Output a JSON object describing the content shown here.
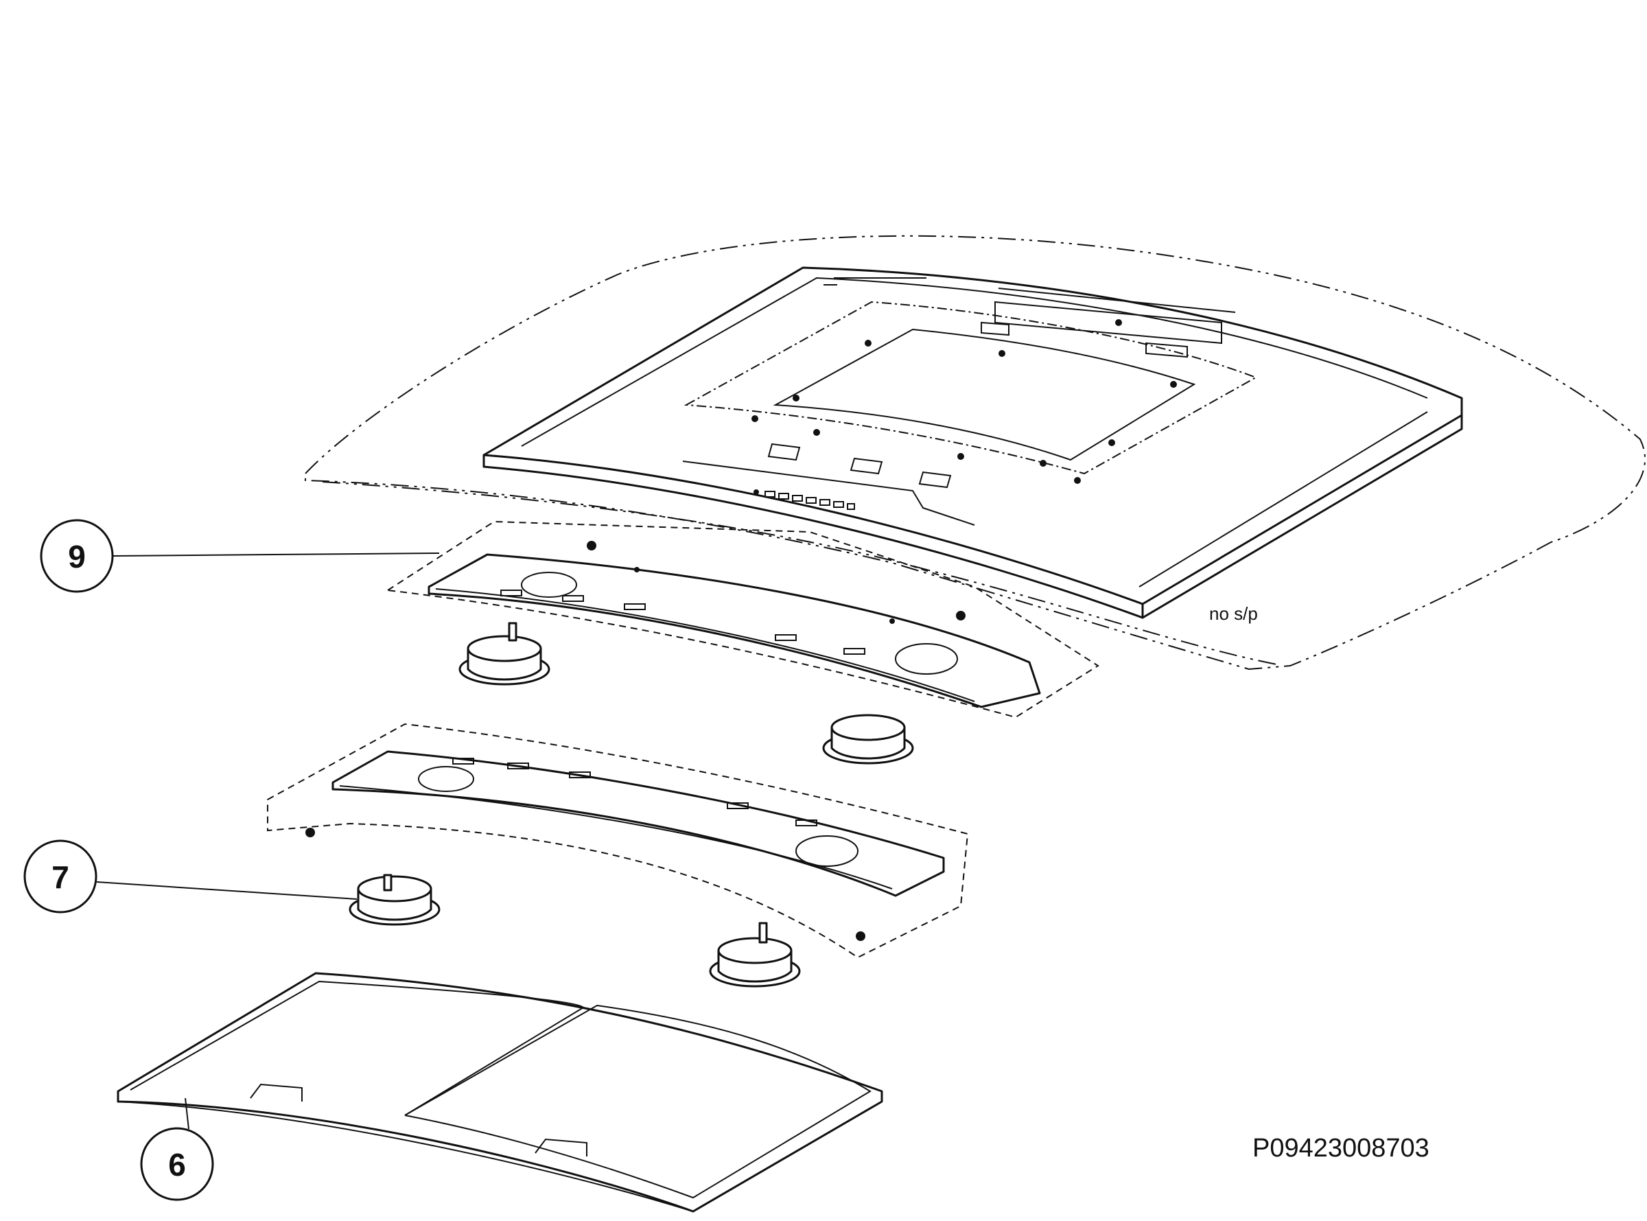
{
  "callouts": [
    {
      "id": "9",
      "label": "9"
    },
    {
      "id": "7",
      "label": "7"
    },
    {
      "id": "6",
      "label": "6"
    }
  ],
  "note": "no s/p",
  "drawing_code": "P09423008703"
}
